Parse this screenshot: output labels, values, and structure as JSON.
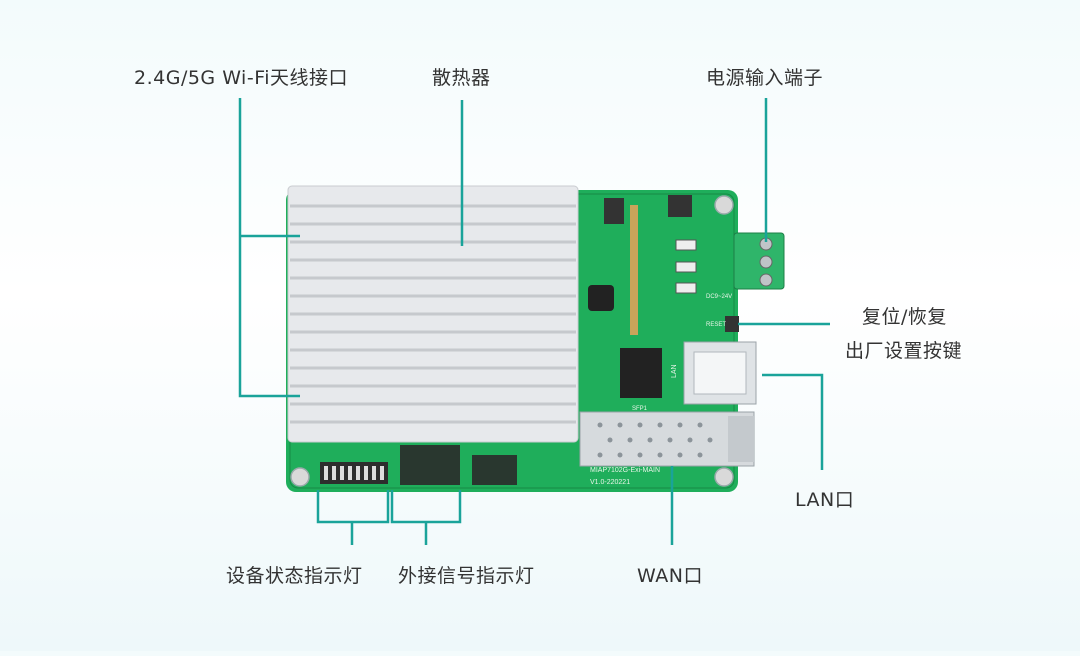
{
  "colors": {
    "leader": "#1aa39a",
    "pcb": "#1fae5b",
    "pcb_dark": "#178a46",
    "heatsink": "#e7e9ec",
    "terminal": "#2fb56a"
  },
  "labels": {
    "wifi_antenna": "2.4G/5G Wi-Fi天线接口",
    "heatsink": "散热器",
    "power_input": "电源输入端子",
    "reset_line1": "复位/恢复",
    "reset_line2": "出厂设置按键",
    "lan_port": "LAN口",
    "wan_port": "WAN口",
    "status_leds": "设备状态指示灯",
    "signal_leds": "外接信号指示灯"
  },
  "board_text": {
    "model": "MIAP7102G-Exi-MAIN",
    "version": "V1.0-220221",
    "lan_silk": "LAN",
    "reset_silk": "RESET",
    "sfp_silk": "SFP1",
    "dc_silk": "DC9~24V"
  }
}
